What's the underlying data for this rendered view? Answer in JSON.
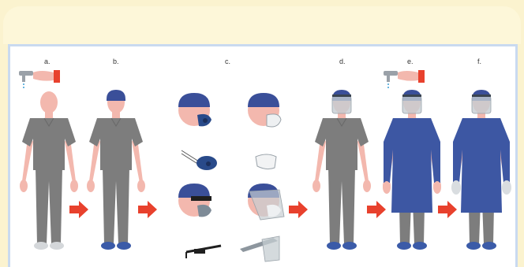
{
  "steps": [
    {
      "label": "a."
    },
    {
      "label": "b."
    },
    {
      "label": "c."
    },
    {
      "label": "d."
    },
    {
      "label": "e."
    },
    {
      "label": "f."
    }
  ],
  "colors": {
    "skin": "#f3b8ae",
    "scrubs": "#7d7d7d",
    "gown": "#3d57a3",
    "cap": "#3a4f99",
    "shoe_cover": "#3b5ba8",
    "arrow": "#e8412d",
    "respirator": "#294a8a",
    "face_shield": "#c6cdd2",
    "gloves": "#d9dde0",
    "panel_border": "#c9daf0"
  }
}
